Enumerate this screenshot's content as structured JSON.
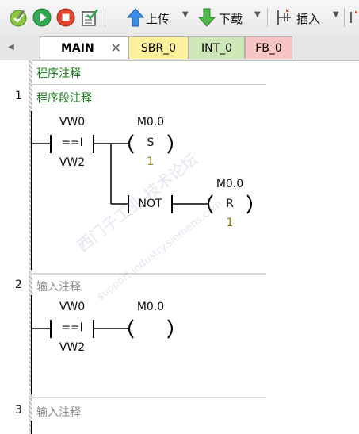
{
  "toolbar": {
    "upload_label": "上传",
    "download_label": "下载",
    "insert_label": "插入"
  },
  "tabs": [
    {
      "label": "MAIN"
    },
    {
      "label": "SBR_0"
    },
    {
      "label": "INT_0"
    },
    {
      "label": "FB_0"
    }
  ],
  "program_comment": "程序注释",
  "networks": [
    {
      "number": "1",
      "comment": "程序段注释",
      "compare": {
        "top": "VW0",
        "op": "==I",
        "bottom": "VW2"
      },
      "coils": [
        {
          "address": "M0.0",
          "symbol": "S",
          "count": "1"
        },
        {
          "address": "M0.0",
          "symbol": "R",
          "count": "1"
        }
      ],
      "not_label": "NOT"
    },
    {
      "number": "2",
      "comment": "输入注释",
      "compare": {
        "top": "VW0",
        "op": "==I",
        "bottom": "VW2"
      },
      "coils": [
        {
          "address": "M0.0",
          "symbol": "",
          "count": ""
        }
      ]
    },
    {
      "number": "3",
      "comment": "输入注释"
    }
  ],
  "watermark": {
    "line1": "西门子工业  技术论坛",
    "line2": "support.industry.siemens.com"
  }
}
